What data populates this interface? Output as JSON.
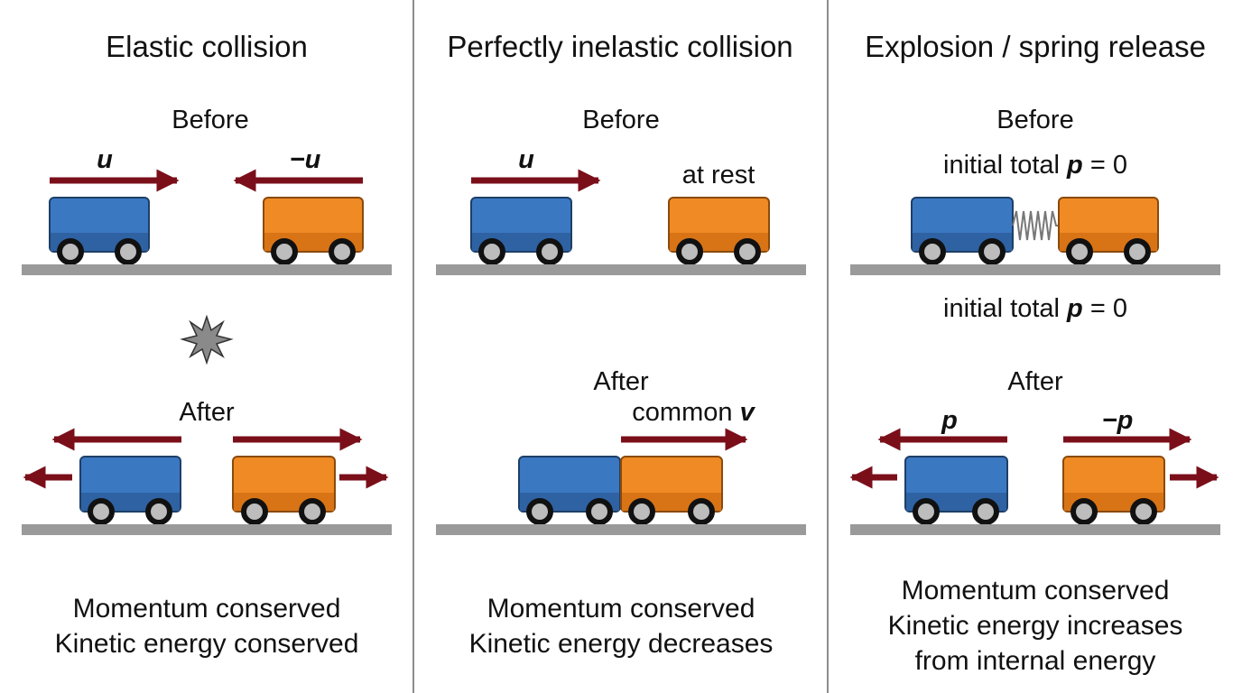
{
  "colors": {
    "blue_cart": "#3b78c2",
    "blue_cart_shade": "#2e62a3",
    "orange_cart": "#f08a24",
    "orange_cart_shade": "#d87416",
    "arrow": "#7a0f1a",
    "ground": "#9a9a9a",
    "divider": "#8c8c8c",
    "wheel": "#111111",
    "hub": "#bdbdbd",
    "spring": "#777777",
    "star": "#8a8a8a"
  },
  "panels": [
    {
      "title": "Elastic collision",
      "before_label": "Before",
      "after_label": "After",
      "blue_before_arrow_label": "u",
      "orange_before_arrow_label": "−u",
      "summary": [
        "Momentum conserved",
        "Kinetic energy conserved"
      ],
      "icons": [
        "collision-star-icon"
      ]
    },
    {
      "title": "Perfectly inelastic collision",
      "before_label": "Before",
      "after_label": "After",
      "blue_before_arrow_label": "u",
      "orange_before_label": "at rest",
      "after_arrow_label_prefix": "common ",
      "after_arrow_label_var": "v",
      "summary": [
        "Momentum conserved",
        "Kinetic energy decreases"
      ]
    },
    {
      "title": "Explosion / spring release",
      "before_label": "Before",
      "initial_total_prefix": "initial total ",
      "initial_total_var": "p",
      "initial_total_suffix": " = 0",
      "after_label": "After",
      "blue_after_arrow_label": "p",
      "orange_after_arrow_label": "−p",
      "summary": [
        "Momentum conserved",
        "Kinetic energy increases",
        "from internal energy"
      ],
      "icons": [
        "compressed-spring-icon"
      ]
    }
  ]
}
